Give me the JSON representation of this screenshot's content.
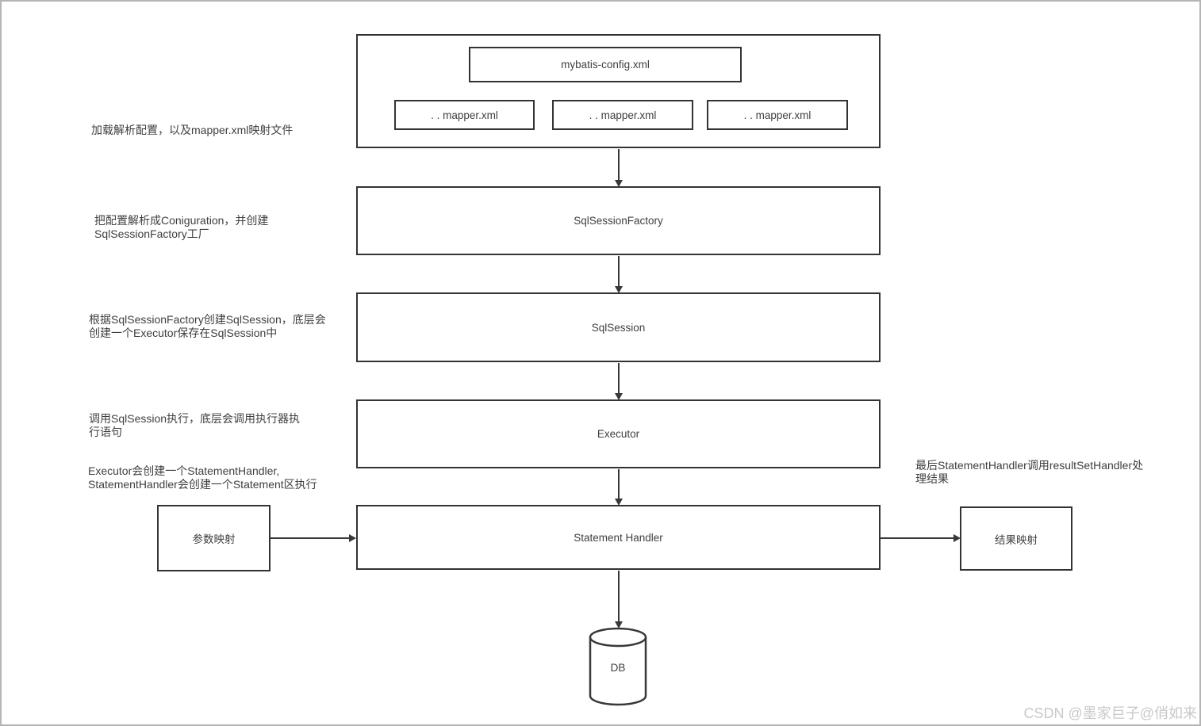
{
  "watermark": "CSDN @墨家巨子@俏如来",
  "config_group": {
    "config_file": "mybatis-config.xml",
    "mappers": [
      ". . mapper.xml",
      ". . mapper.xml",
      ". . mapper.xml"
    ]
  },
  "flow": {
    "sql_session_factory": "SqlSessionFactory",
    "sql_session": "SqlSession",
    "executor": "Executor",
    "statement_handler": "Statement Handler",
    "param_mapping": "参数映射",
    "result_mapping": "结果映射",
    "db": "DB"
  },
  "annotations": {
    "load_config": "加载解析配置，以及mapper.xml映射文件",
    "build_factory": "把配置解析成Coniguration，并创建\nSqlSessionFactory工厂",
    "create_session": "根据SqlSessionFactory创建SqlSession，底层会\n创建一个Executor保存在SqlSession中",
    "call_session": "调用SqlSession执行，底层会调用执行器执\n行语句",
    "create_statement": "Executor会创建一个StatementHandler,\nStatementHandler会创建一个Statement区执行",
    "result_handler": "最后StatementHandler调用resultSetHandler处\n理结果"
  },
  "colors": {
    "box_border": "#333333",
    "text": "#3f3f3f",
    "arrow": "#383838",
    "watermark": "#c9c9c9",
    "frame": "#b5b5b5"
  }
}
